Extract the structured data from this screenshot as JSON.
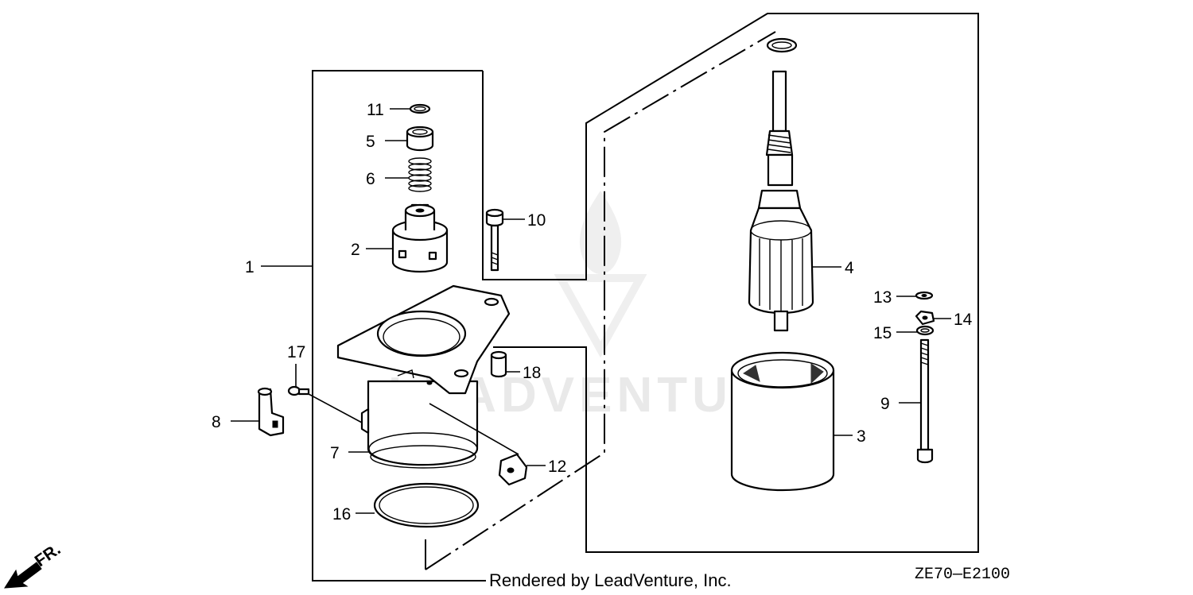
{
  "watermark": {
    "brand": "LEADVENTURE"
  },
  "callouts": [
    {
      "number": "1"
    },
    {
      "number": "2"
    },
    {
      "number": "3"
    },
    {
      "number": "4"
    },
    {
      "number": "5"
    },
    {
      "number": "6"
    },
    {
      "number": "7"
    },
    {
      "number": "8"
    },
    {
      "number": "9"
    },
    {
      "number": "10"
    },
    {
      "number": "11"
    },
    {
      "number": "12"
    },
    {
      "number": "13"
    },
    {
      "number": "14"
    },
    {
      "number": "15"
    },
    {
      "number": "16"
    },
    {
      "number": "17"
    },
    {
      "number": "18"
    }
  ],
  "direction_marker": {
    "label": "FR."
  },
  "footer": {
    "rendered_by": "Rendered by LeadVenture, Inc.",
    "diagram_code": "ZE70—E2100"
  }
}
